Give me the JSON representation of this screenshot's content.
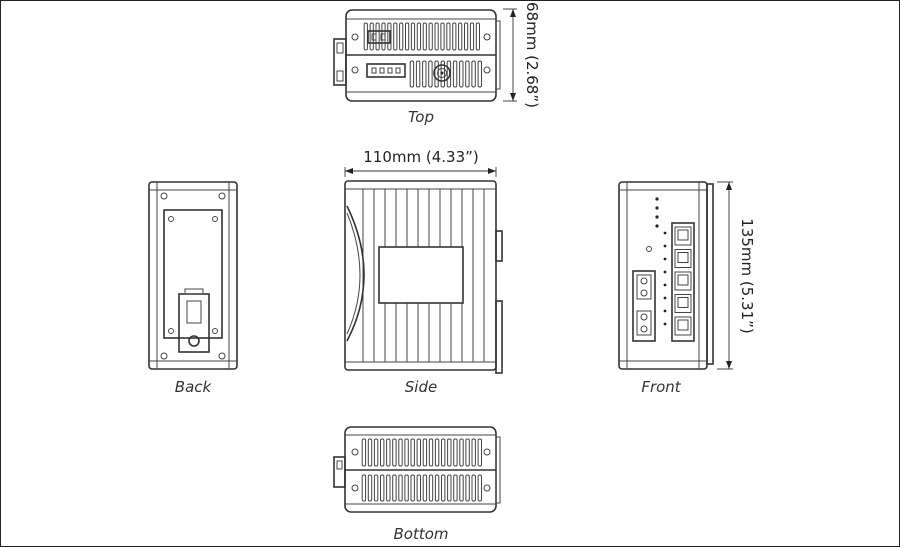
{
  "views": {
    "top": {
      "caption": "Top",
      "dimension": "68mm (2.68”)"
    },
    "side": {
      "caption": "Side",
      "dimension": "110mm (4.33”)"
    },
    "back": {
      "caption": "Back"
    },
    "front": {
      "caption": "Front",
      "dimension": "135mm (5.31”)"
    },
    "bottom": {
      "caption": "Bottom"
    }
  }
}
